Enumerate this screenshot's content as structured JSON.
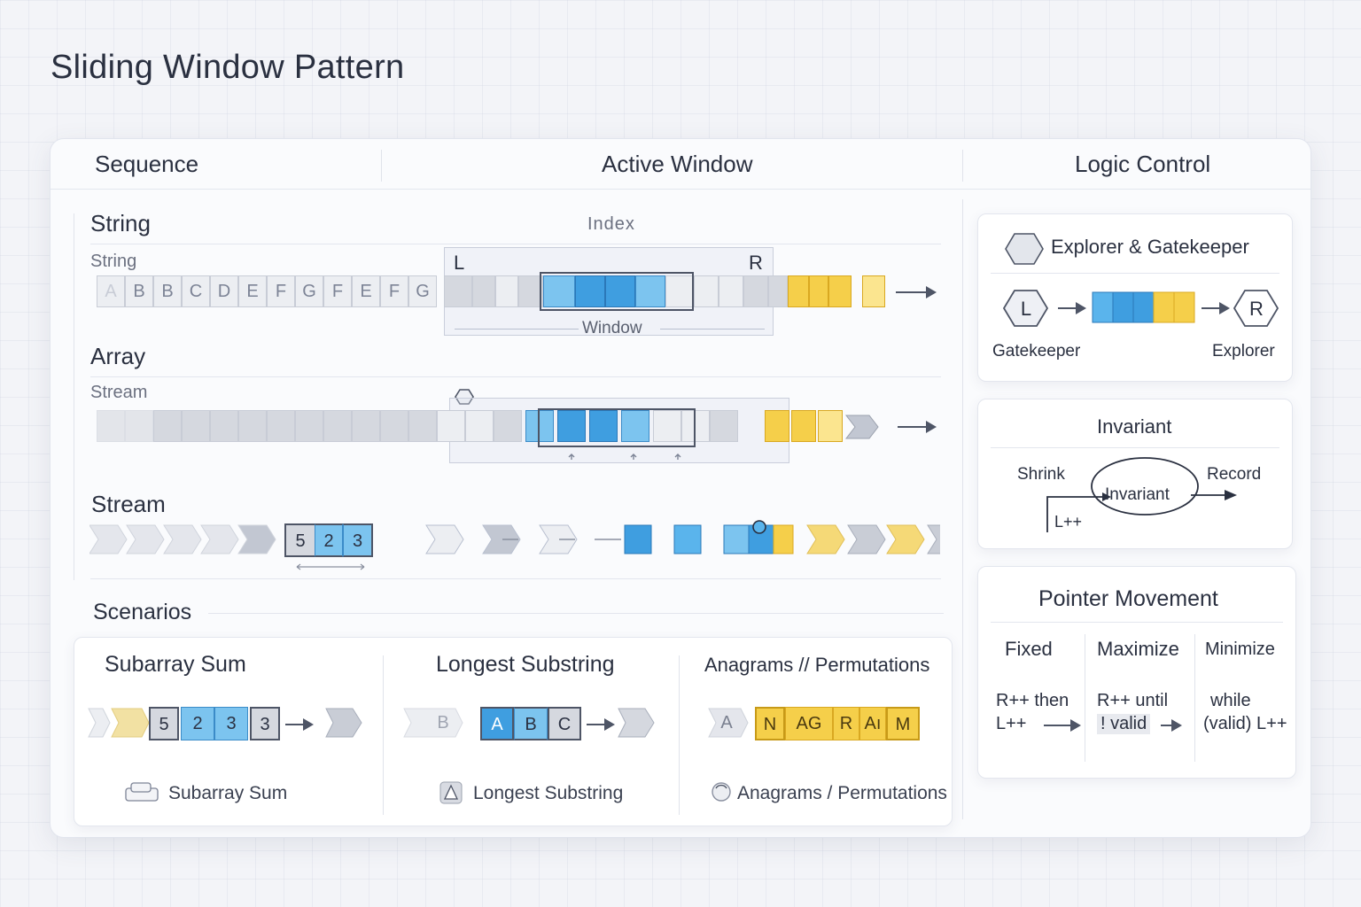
{
  "title": "Sliding Window Pattern",
  "columns": {
    "sequence": "Sequence",
    "active_window": "Active Window",
    "logic_control": "Logic Control"
  },
  "string_section": {
    "label": "String",
    "sublabel": "String",
    "index_label": "Index",
    "left_pointer": "L",
    "right_pointer": "R",
    "window_label": "Window",
    "letters": [
      "A",
      "B",
      "B",
      "C",
      "D",
      "E",
      "F",
      "G",
      "F",
      "E",
      "F",
      "G"
    ]
  },
  "array_section": {
    "label": "Array",
    "sublabel": "Stream"
  },
  "stream_section": {
    "label": "Stream",
    "window_values": [
      "5",
      "2",
      "3"
    ]
  },
  "scenarios": {
    "label": "Scenarios",
    "subarray": {
      "title": "Subarray Sum",
      "values": [
        "5",
        "2",
        "3",
        "3"
      ],
      "caption": "Subarray Sum"
    },
    "longest": {
      "title": "Longest Substring",
      "lead": "B",
      "values": [
        "A",
        "B",
        "C"
      ],
      "caption": "Longest Substring"
    },
    "anagrams": {
      "title": "Anagrams // Permutations",
      "lead": "A",
      "values": [
        "N",
        "AG",
        "R",
        "Aı",
        "M"
      ],
      "caption": "Anagrams / Permutations"
    }
  },
  "explorer_card": {
    "title": "Explorer & Gatekeeper",
    "left": "L",
    "right": "R",
    "gatekeeper": "Gatekeeper",
    "explorer": "Explorer"
  },
  "invariant_card": {
    "title": "Invariant",
    "shrink": "Shrink",
    "center": "Invariant",
    "record": "Record",
    "lpp": "L++"
  },
  "pointer_card": {
    "title": "Pointer Movement",
    "cols": [
      "Fixed",
      "Maximize",
      "Minimize"
    ],
    "fixed_line1": "R++ then",
    "fixed_line2": "L++",
    "max_line1": "R++ until",
    "max_line2": "! valid",
    "min_line1": "while",
    "min_line2": "(valid) L++"
  },
  "colors": {
    "window": "#7cc4ef",
    "window_dark": "#3f9ee0",
    "future": "#f5cf4a",
    "past": "#d5d8df"
  }
}
